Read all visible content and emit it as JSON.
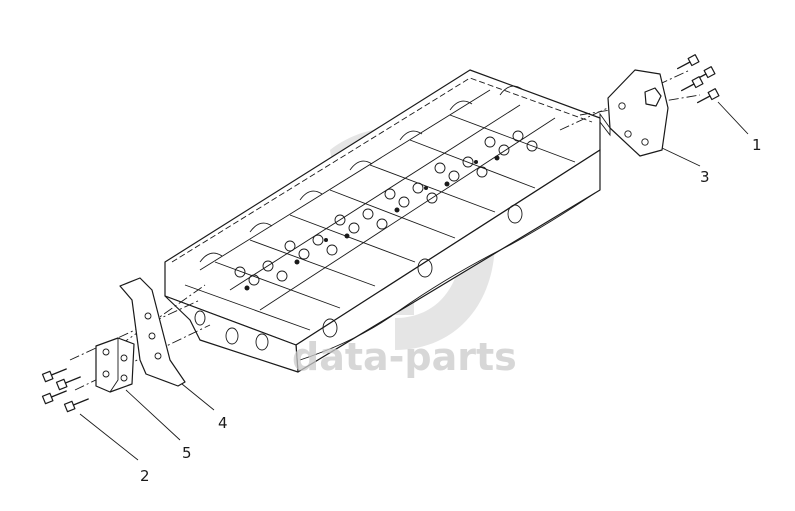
{
  "diagram": {
    "callouts": [
      {
        "id": "1",
        "label": "1",
        "part": "bolt"
      },
      {
        "id": "2",
        "label": "2",
        "part": "bolt"
      },
      {
        "id": "3",
        "label": "3",
        "part": "rear-lifting-bracket"
      },
      {
        "id": "4",
        "label": "4",
        "part": "front-lifting-bracket"
      },
      {
        "id": "5",
        "label": "5",
        "part": "bracket-plate"
      }
    ]
  },
  "watermark": {
    "text": "data-parts"
  },
  "colors": {
    "line": "#1a1a1a",
    "background": "#ffffff",
    "watermark": "#c9c9c9"
  }
}
